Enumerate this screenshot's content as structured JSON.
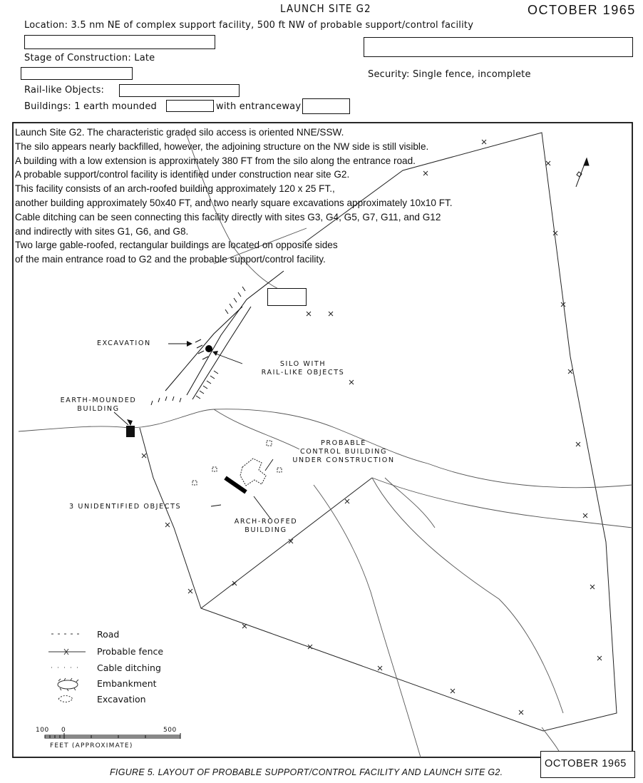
{
  "header": {
    "title": "LAUNCH SITE G2",
    "date": "OCTOBER 1965",
    "location_label": "Location:",
    "location_value": "3.5 nm NE of complex support facility, 500 ft NW of probable support/control facility",
    "stage_label": "Stage of Construction:",
    "stage_value": "Late",
    "security_label": "Security:",
    "security_value": "Single fence, incomplete",
    "rail_label": "Rail-like Objects:",
    "buildings_label": "Buildings:",
    "buildings_value_1": "1 earth mounded",
    "buildings_value_2": "with entranceway"
  },
  "notes": [
    "Launch Site G2.   The characteristic graded silo access is oriented NNE/SSW.",
    "The silo appears nearly backfilled, however, the adjoining structure on the NW side is still visible.",
    "A building with a low extension is approximately 380 FT from the silo along the entrance road.",
    "A probable support/control facility is identified under construction near site G2.",
    "This facility consists of an arch-roofed building approximately 120 x 25 FT.,",
    "another building approximately 50x40 FT, and two nearly square excavations approximately 10x10 FT.",
    "Cable ditching can be seen connecting this facility directly with sites G3, G4, G5, G7, G11, and G12",
    "and indirectly with sites G1, G6, and G8.",
    "Two large gable-roofed, rectangular buildings are located on opposite sides",
    "of the main entrance road to G2 and the probable support/control facility."
  ],
  "map_labels": {
    "excavation": "EXCAVATION",
    "silo_1": "SILO WITH",
    "silo_2": "RAIL-LIKE OBJECTS",
    "earth_1": "EARTH-MOUNDED",
    "earth_2": "BUILDING",
    "probable_1": "PROBABLE",
    "probable_2": "CONTROL BUILDING",
    "probable_3": "UNDER CONSTRUCTION",
    "unidentified": "3 UNIDENTIFIED OBJECTS",
    "arch_1": "ARCH-ROOFED",
    "arch_2": "BUILDING"
  },
  "legend": {
    "road": "Road",
    "fence": "Probable fence",
    "cable": "Cable ditching",
    "embankment": "Embankment",
    "excavation": "Excavation"
  },
  "scale": {
    "left": "100",
    "zero": "0",
    "right": "500",
    "units": "FEET (APPROXIMATE)"
  },
  "footer": {
    "caption": "FIGURE 5.  LAYOUT OF PROBABLE SUPPORT/CONTROL FACILITY AND LAUNCH SITE G2.",
    "date_box": "OCTOBER 1965"
  }
}
